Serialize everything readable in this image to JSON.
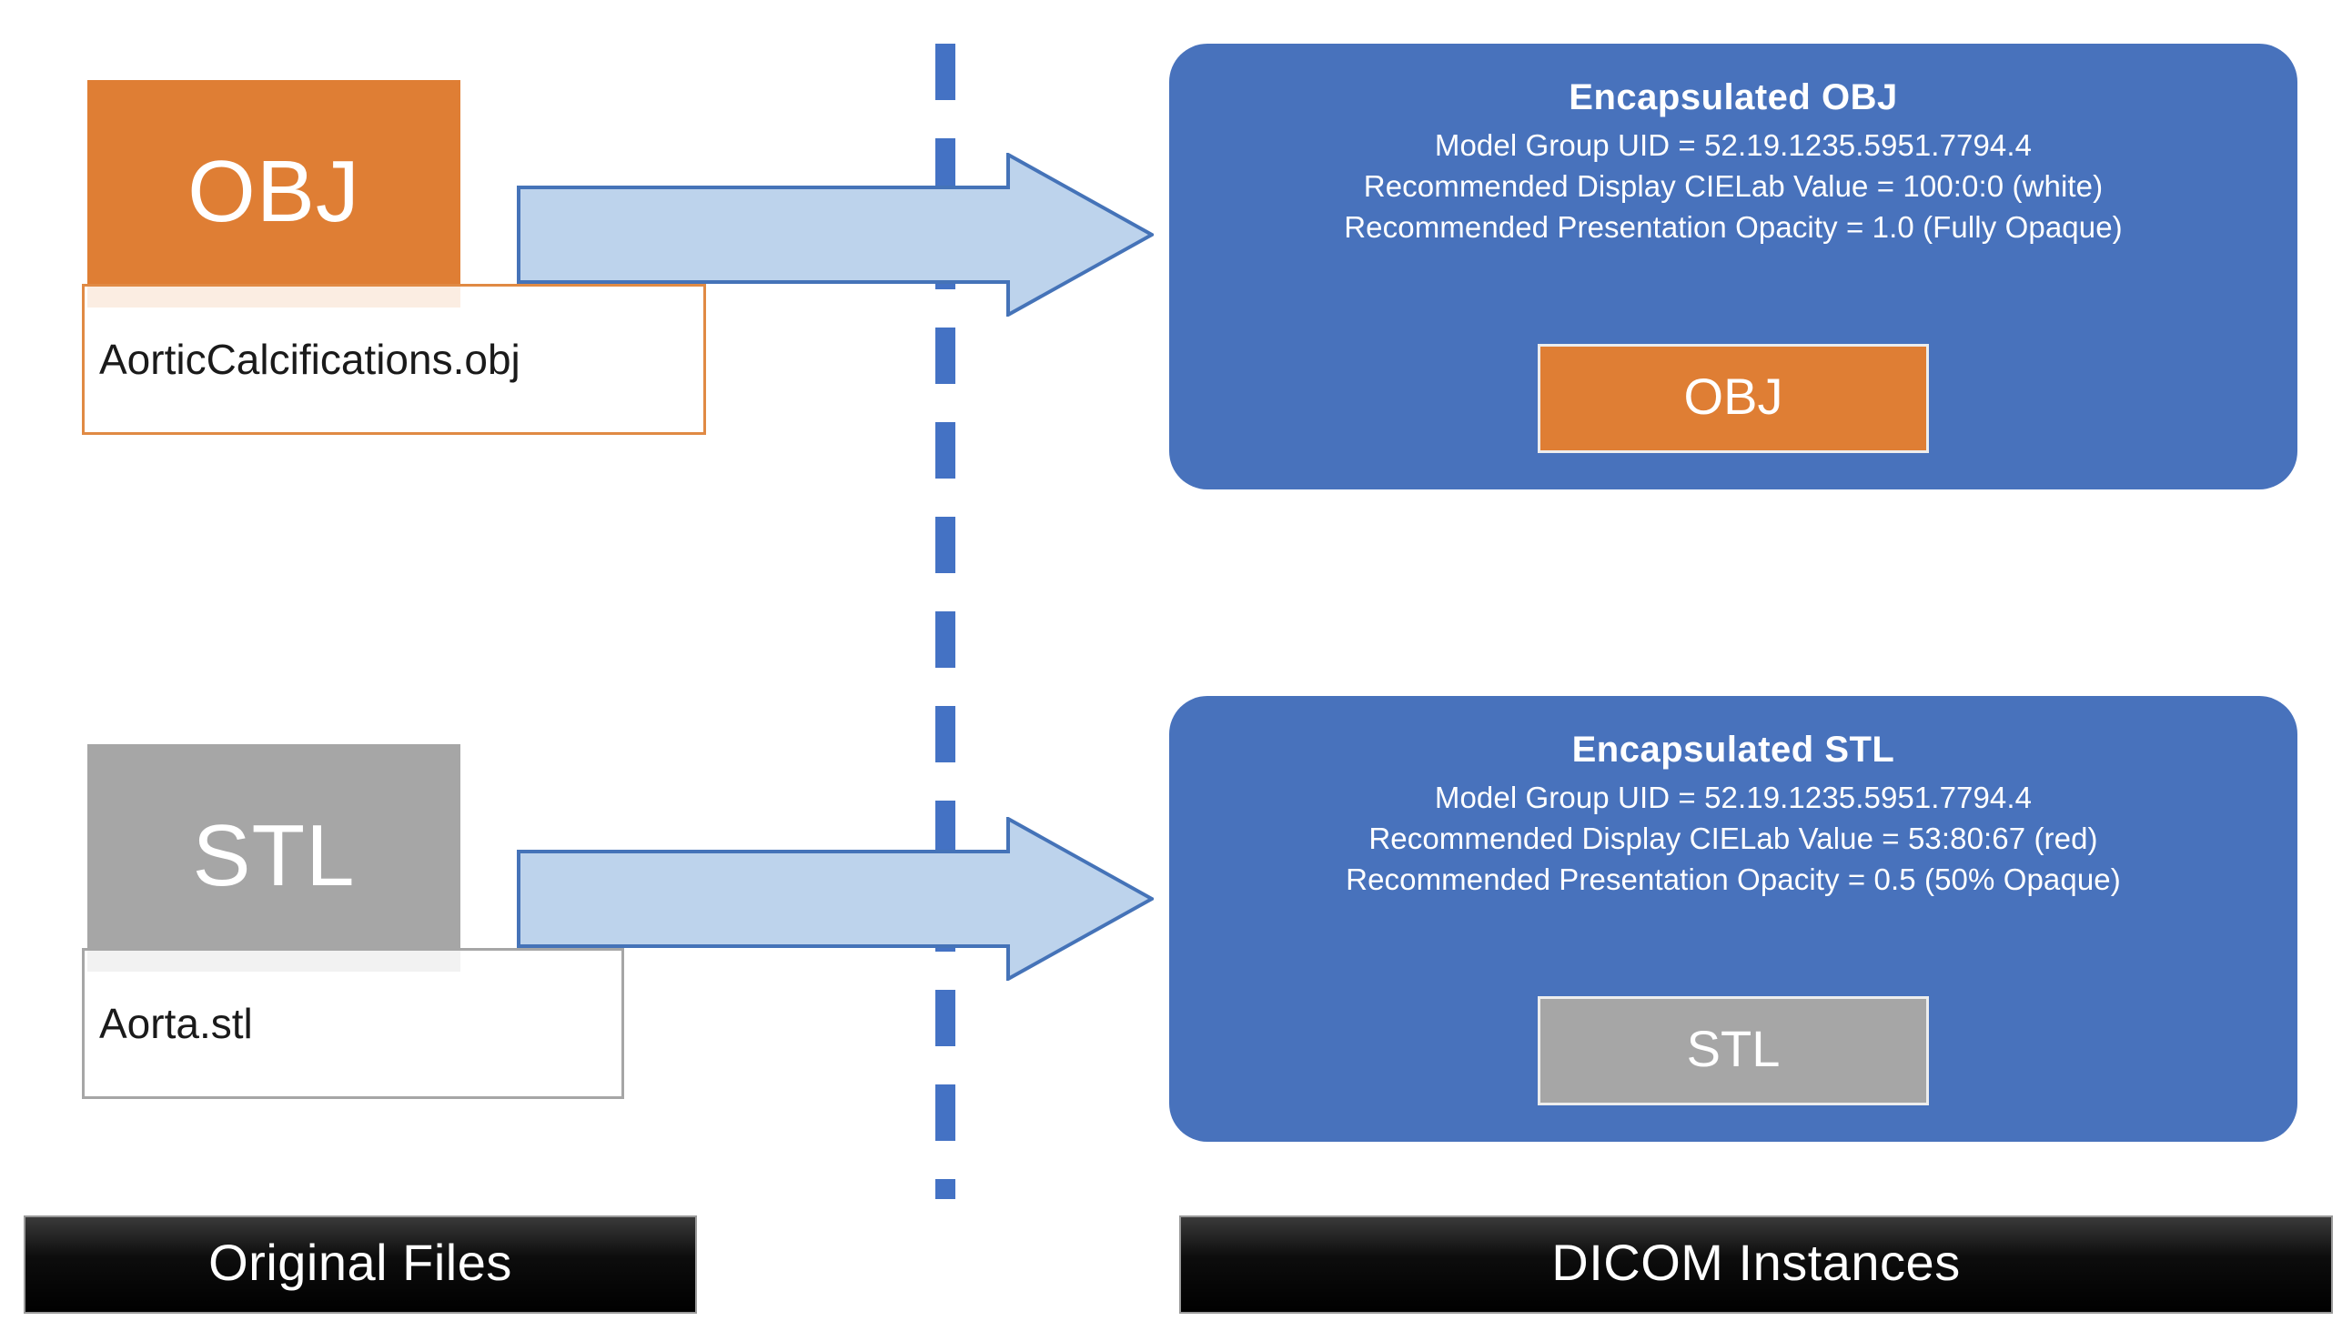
{
  "left_column": {
    "banner_label": "Original Files",
    "files": [
      {
        "tile_label": "OBJ",
        "filename": "AorticCalcifications.obj",
        "tile_color": "#DF7E34",
        "border_color": "#E08A44"
      },
      {
        "tile_label": "STL",
        "filename": "Aorta.stl",
        "tile_color": "#A6A6A6",
        "border_color": "#A6A6A6"
      }
    ]
  },
  "right_column": {
    "banner_label": "DICOM Instances",
    "panel_color": "#4872BC",
    "panels": [
      {
        "title": "Encapsulated  OBJ",
        "lines": [
          "Model Group UID = 52.19.1235.5951.7794.4",
          "Recommended Display CIELab Value = 100:0:0  (white)",
          "Recommended Presentation Opacity = 1.0 (Fully Opaque)"
        ],
        "badge_label": "OBJ",
        "badge_color": "#DF7E34"
      },
      {
        "title": "Encapsulated  STL",
        "lines": [
          "Model Group UID = 52.19.1235.5951.7794.4",
          "Recommended Display CIELab Value = 53:80:67  (red)",
          "Recommended Presentation Opacity = 0.5 (50% Opaque)"
        ],
        "badge_label": "STL",
        "badge_color": "#A6A6A6"
      }
    ]
  },
  "divider": {
    "style": "dashed-vertical",
    "color": "#4472C4"
  },
  "arrows": {
    "fill": "#BDD3EC",
    "stroke": "#4573B8",
    "direction": "right"
  }
}
